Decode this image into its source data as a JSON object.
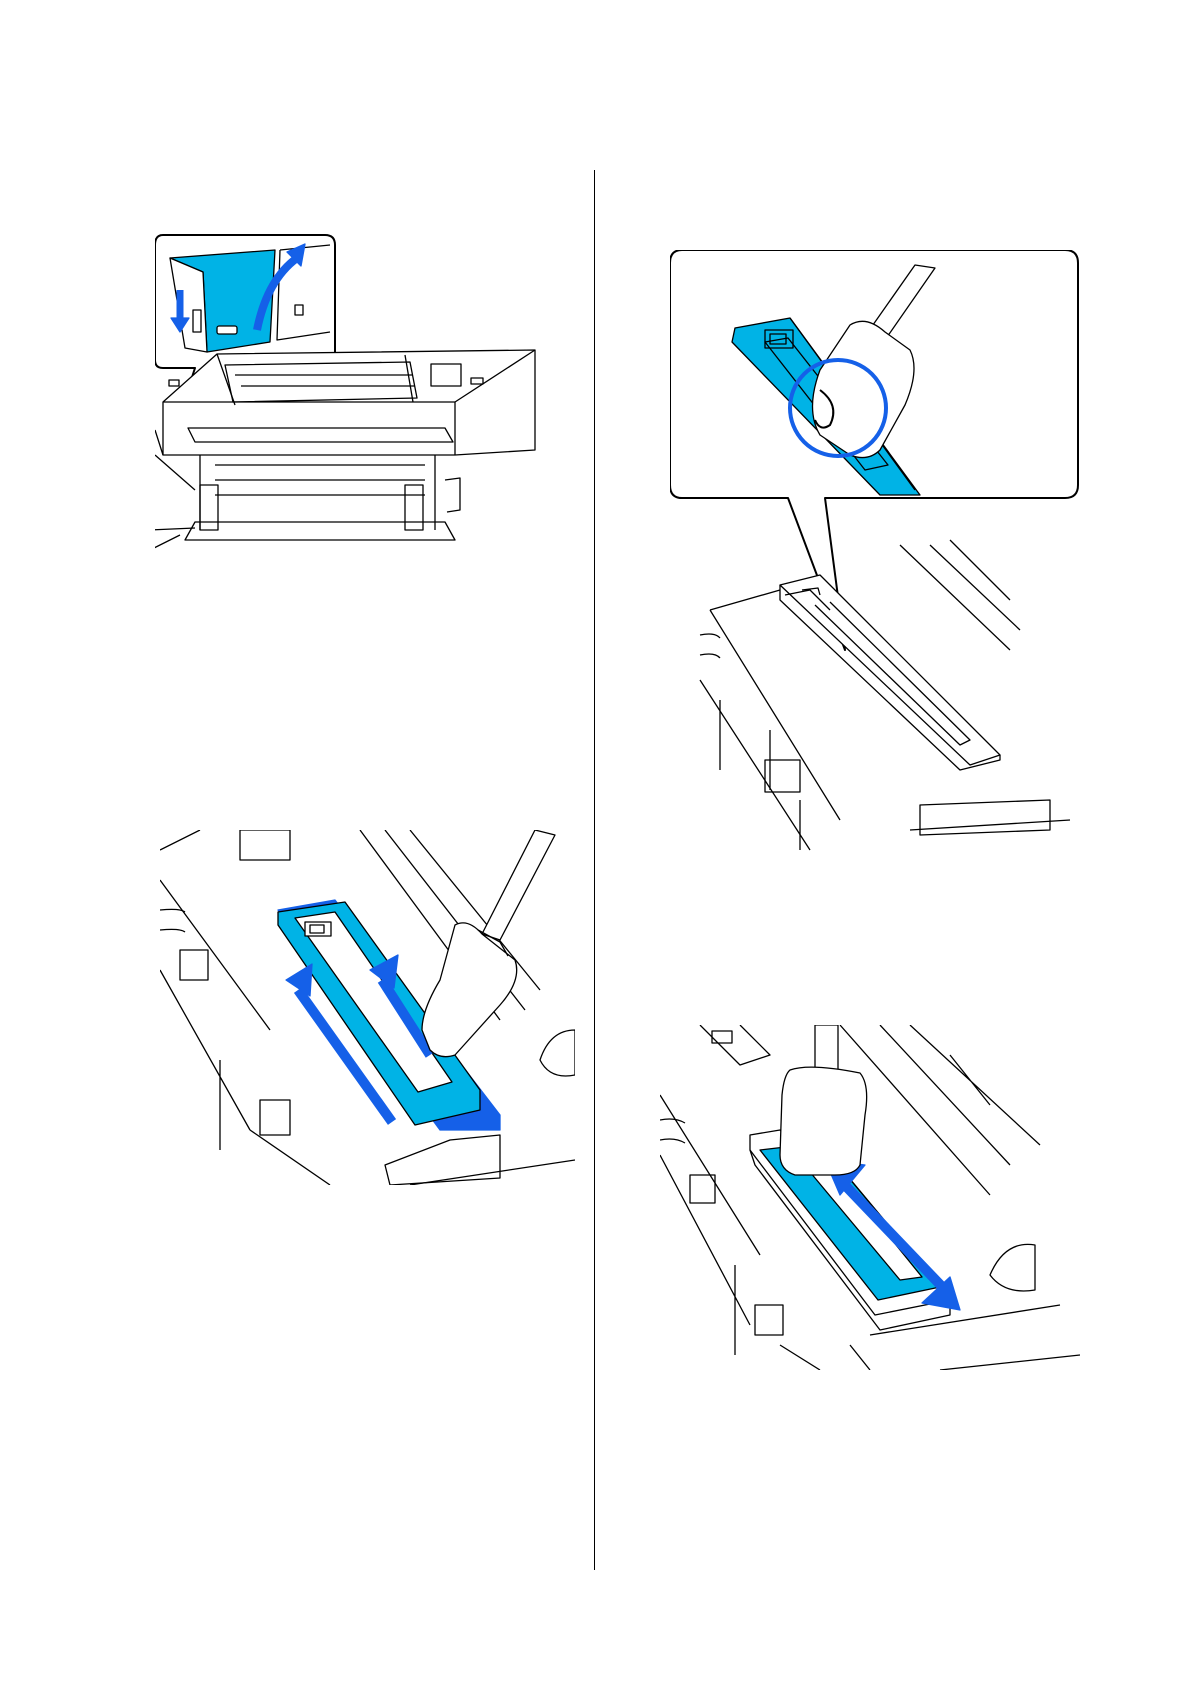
{
  "colors": {
    "accent_cyan": "#00b3e6",
    "arrow_blue": "#1560e8",
    "line": "#000000",
    "background": "#ffffff"
  },
  "figures": [
    {
      "id": "fig1",
      "icons": [
        "printer-icon",
        "cover-open-arrow-icon",
        "lock-release-arrow-icon"
      ]
    },
    {
      "id": "fig2",
      "icons": [
        "cleaning-stick-icon",
        "wipe-direction-arrow-icon"
      ]
    },
    {
      "id": "fig3",
      "icons": [
        "cleaning-stick-icon",
        "detail-circle-icon"
      ]
    },
    {
      "id": "fig4",
      "icons": [
        "cleaning-stick-icon",
        "double-arrow-icon"
      ]
    }
  ]
}
